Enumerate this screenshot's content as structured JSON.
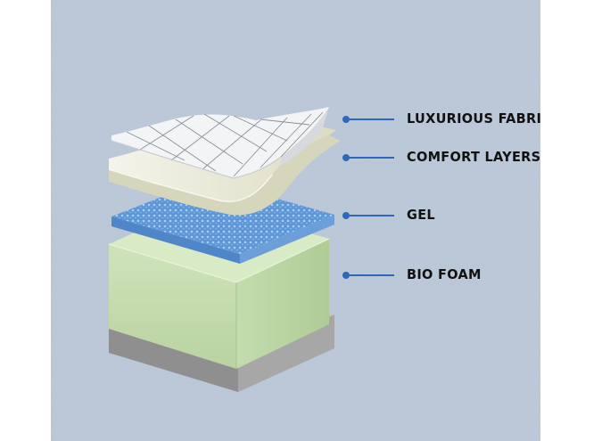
{
  "layers": [
    {
      "label": "LUXURIOUS FABRIC",
      "color": "#f2f3f5"
    },
    {
      "label": "COMFORT LAYERS",
      "color": "#e9ead9"
    },
    {
      "label": "GEL",
      "color": "#6aa3df"
    },
    {
      "label": "BIO FOAM",
      "color": "#cfe2b8"
    }
  ],
  "colors": {
    "background": "#b9c6d6",
    "leader": "#2f68b8",
    "base": "#9a9a9a"
  }
}
